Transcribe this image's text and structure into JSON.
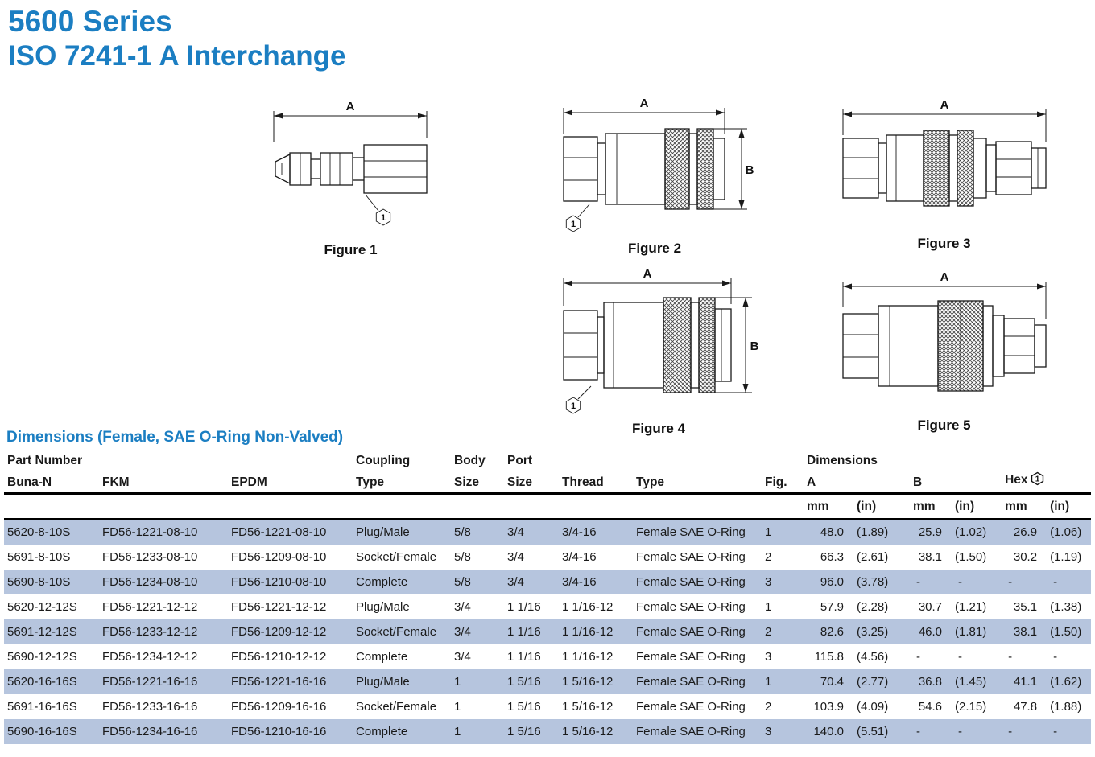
{
  "page": {
    "title_line1": "5600 Series",
    "title_line2": "ISO 7241-1 A Interchange"
  },
  "colors": {
    "accent_blue": "#1b7ec2",
    "row_shade": "#b6c5de"
  },
  "figures": [
    {
      "caption": "Figure 1",
      "dim_a": "A",
      "callout": "1"
    },
    {
      "caption": "Figure 2",
      "dim_a": "A",
      "dim_b": "B",
      "callout": "1"
    },
    {
      "caption": "Figure 3",
      "dim_a": "A"
    },
    {
      "caption": "Figure 4",
      "dim_a": "A",
      "dim_b": "B",
      "callout": "1"
    },
    {
      "caption": "Figure 5",
      "dim_a": "A"
    }
  ],
  "section": {
    "title": "Dimensions (Female, SAE O-Ring Non-Valved)"
  },
  "table": {
    "headers": {
      "part_number": "Part Number",
      "buna": "Buna-N",
      "fkm": "FKM",
      "epdm": "EPDM",
      "coupling_l1": "Coupling",
      "coupling_l2": "Type",
      "body_l1": "Body",
      "body_l2": "Size",
      "port_l1": "Port",
      "port_l2": "Size",
      "thread": "Thread",
      "type": "Type",
      "fig": "Fig.",
      "dimensions": "Dimensions",
      "a": "A",
      "b": "B",
      "hex": "Hex",
      "hex_callout": "1",
      "mm": "mm",
      "in": "(in)"
    },
    "rows": [
      {
        "buna": "5620-8-10S",
        "fkm": "FD56-1221-08-10",
        "epdm": "FD56-1221-08-10",
        "coupling": "Plug/Male",
        "body": "5/8",
        "port": "3/4",
        "thread": "3/4-16",
        "type": "Female SAE O-Ring",
        "fig": "1",
        "a_mm": "48.0",
        "a_in": "(1.89)",
        "b_mm": "25.9",
        "b_in": "(1.02)",
        "hex_mm": "26.9",
        "hex_in": "(1.06)"
      },
      {
        "buna": "5691-8-10S",
        "fkm": "FD56-1233-08-10",
        "epdm": "FD56-1209-08-10",
        "coupling": "Socket/Female",
        "body": "5/8",
        "port": "3/4",
        "thread": "3/4-16",
        "type": "Female SAE O-Ring",
        "fig": "2",
        "a_mm": "66.3",
        "a_in": "(2.61)",
        "b_mm": "38.1",
        "b_in": "(1.50)",
        "hex_mm": "30.2",
        "hex_in": "(1.19)"
      },
      {
        "buna": "5690-8-10S",
        "fkm": "FD56-1234-08-10",
        "epdm": "FD56-1210-08-10",
        "coupling": "Complete",
        "body": "5/8",
        "port": "3/4",
        "thread": "3/4-16",
        "type": "Female SAE O-Ring",
        "fig": "3",
        "a_mm": "96.0",
        "a_in": "(3.78)",
        "b_mm": "-",
        "b_in": "-",
        "hex_mm": "-",
        "hex_in": "-"
      },
      {
        "buna": "5620-12-12S",
        "fkm": "FD56-1221-12-12",
        "epdm": "FD56-1221-12-12",
        "coupling": "Plug/Male",
        "body": "3/4",
        "port": "1 1/16",
        "thread": "1 1/16-12",
        "type": "Female SAE O-Ring",
        "fig": "1",
        "a_mm": "57.9",
        "a_in": "(2.28)",
        "b_mm": "30.7",
        "b_in": "(1.21)",
        "hex_mm": "35.1",
        "hex_in": "(1.38)"
      },
      {
        "buna": "5691-12-12S",
        "fkm": "FD56-1233-12-12",
        "epdm": "FD56-1209-12-12",
        "coupling": "Socket/Female",
        "body": "3/4",
        "port": "1 1/16",
        "thread": "1 1/16-12",
        "type": "Female SAE O-Ring",
        "fig": "2",
        "a_mm": "82.6",
        "a_in": "(3.25)",
        "b_mm": "46.0",
        "b_in": "(1.81)",
        "hex_mm": "38.1",
        "hex_in": "(1.50)"
      },
      {
        "buna": "5690-12-12S",
        "fkm": "FD56-1234-12-12",
        "epdm": "FD56-1210-12-12",
        "coupling": "Complete",
        "body": "3/4",
        "port": "1 1/16",
        "thread": "1 1/16-12",
        "type": "Female SAE O-Ring",
        "fig": "3",
        "a_mm": "115.8",
        "a_in": "(4.56)",
        "b_mm": "-",
        "b_in": "-",
        "hex_mm": "-",
        "hex_in": "-"
      },
      {
        "buna": "5620-16-16S",
        "fkm": "FD56-1221-16-16",
        "epdm": "FD56-1221-16-16",
        "coupling": "Plug/Male",
        "body": "1",
        "port": "1 5/16",
        "thread": "1 5/16-12",
        "type": "Female SAE O-Ring",
        "fig": "1",
        "a_mm": "70.4",
        "a_in": "(2.77)",
        "b_mm": "36.8",
        "b_in": "(1.45)",
        "hex_mm": "41.1",
        "hex_in": "(1.62)"
      },
      {
        "buna": "5691-16-16S",
        "fkm": "FD56-1233-16-16",
        "epdm": "FD56-1209-16-16",
        "coupling": "Socket/Female",
        "body": "1",
        "port": "1 5/16",
        "thread": "1 5/16-12",
        "type": "Female SAE O-Ring",
        "fig": "2",
        "a_mm": "103.9",
        "a_in": "(4.09)",
        "b_mm": "54.6",
        "b_in": "(2.15)",
        "hex_mm": "47.8",
        "hex_in": "(1.88)"
      },
      {
        "buna": "5690-16-16S",
        "fkm": "FD56-1234-16-16",
        "epdm": "FD56-1210-16-16",
        "coupling": "Complete",
        "body": "1",
        "port": "1 5/16",
        "thread": "1 5/16-12",
        "type": "Female SAE O-Ring",
        "fig": "3",
        "a_mm": "140.0",
        "a_in": "(5.51)",
        "b_mm": "-",
        "b_in": "-",
        "hex_mm": "-",
        "hex_in": "-"
      }
    ]
  }
}
